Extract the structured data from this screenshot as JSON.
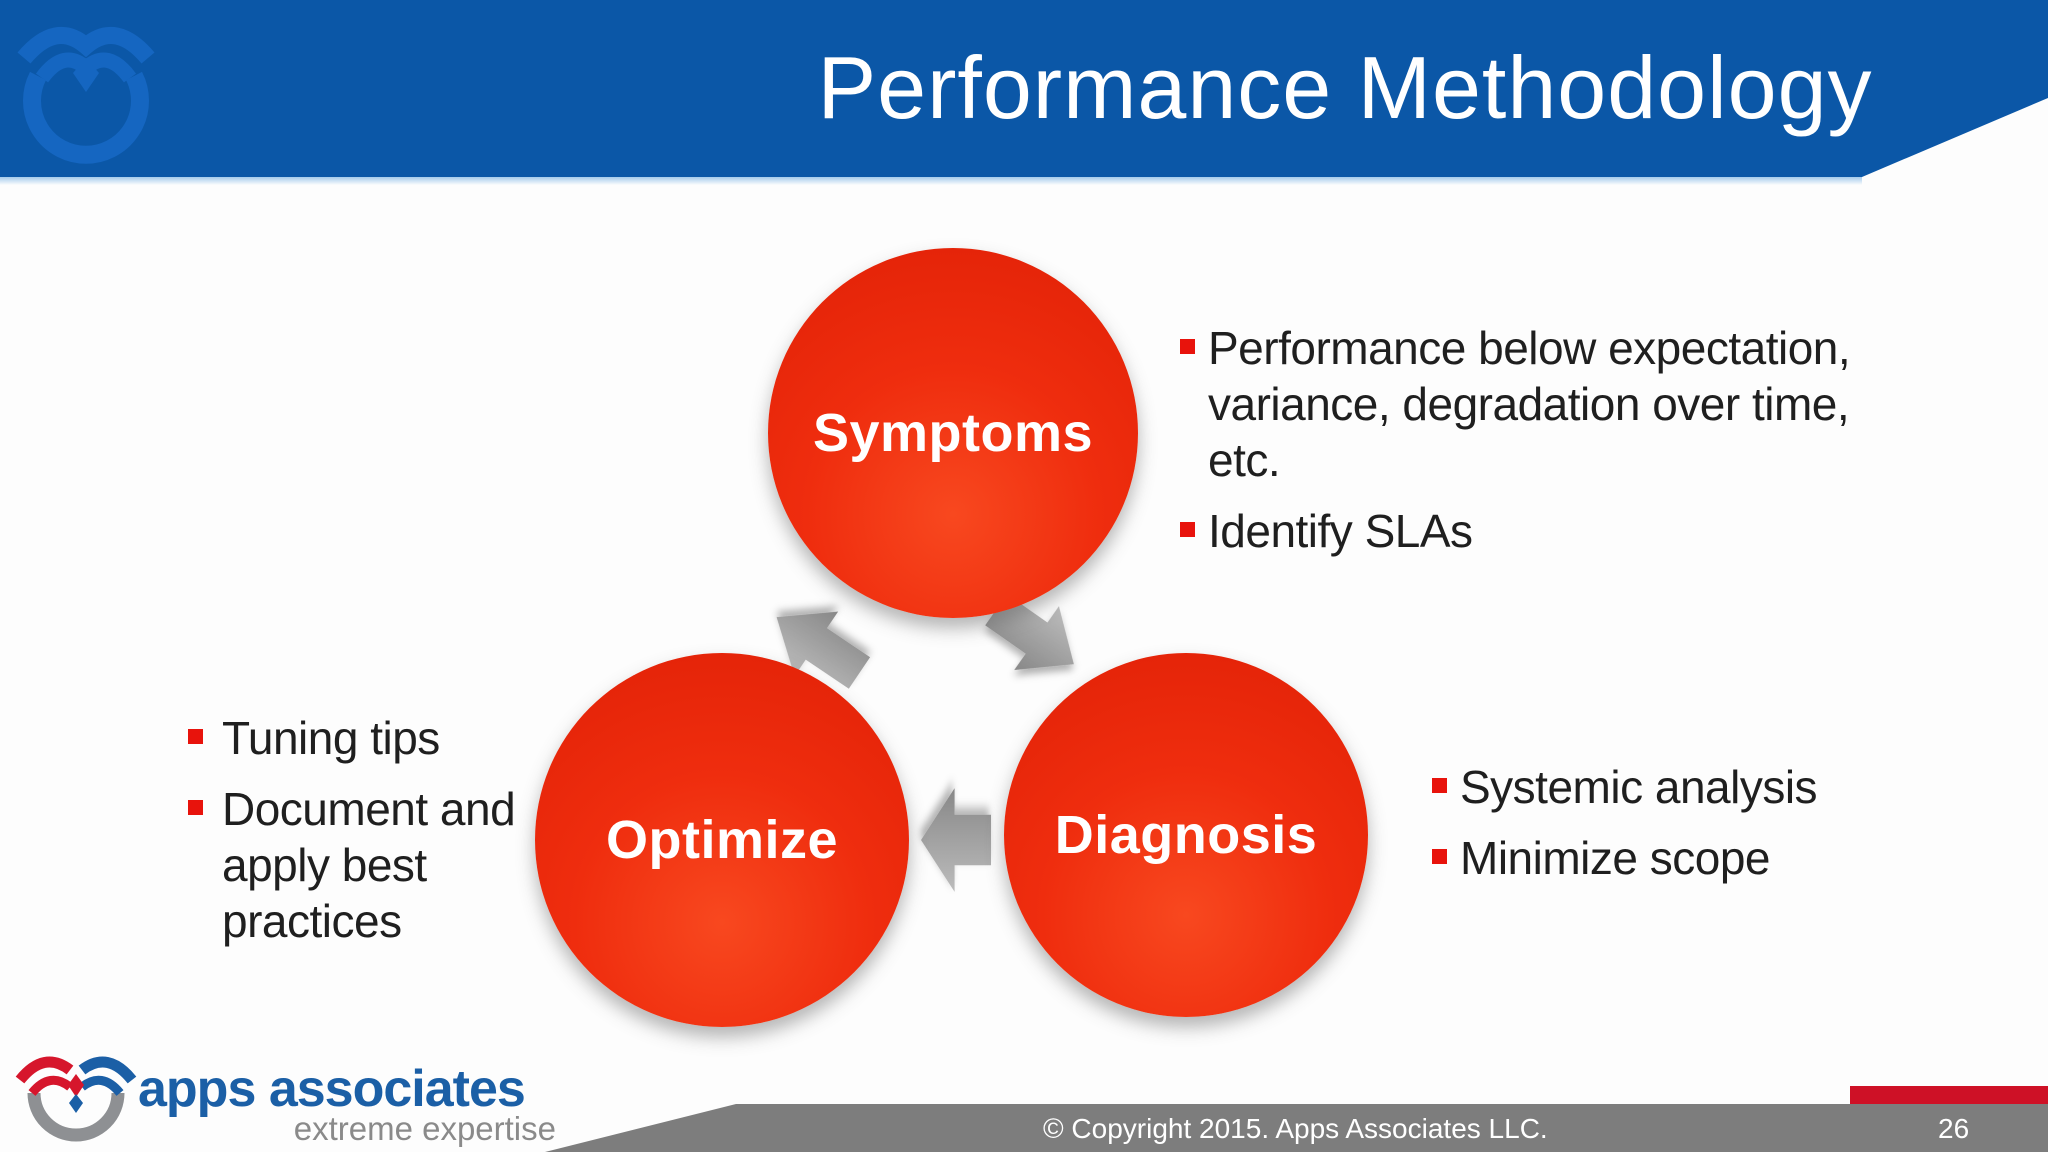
{
  "header": {
    "title": "Performance Methodology"
  },
  "cycle": {
    "type": "cycle-diagram",
    "direction": "clockwise",
    "nodes": [
      {
        "label": "Symptoms",
        "bullets": [
          "Performance below expectation, variance, degradation over time, etc.",
          "Identify SLAs"
        ]
      },
      {
        "label": "Diagnosis",
        "bullets": [
          "Systemic analysis",
          "Minimize scope"
        ]
      },
      {
        "label": "Optimize",
        "bullets": [
          "Tuning tips",
          "Document and apply best practices"
        ]
      }
    ]
  },
  "footer": {
    "copyright": "© Copyright 2015. Apps Associates LLC.",
    "page_number": "26"
  },
  "brand": {
    "name": "apps associates",
    "tagline": "extreme expertise"
  },
  "icons": {
    "header_logo": "apps-associates-mark",
    "arrows": [
      "arrow-up-left",
      "arrow-down-right",
      "arrow-left"
    ]
  },
  "colors": {
    "header_blue": "#0b57a7",
    "header_logo_blue": "#1566c1",
    "circle_red": "#ef2d0e",
    "bullet_square_red": "#e8130c",
    "body_text": "#1f1f1f",
    "arrow_gray": "#9a9a9a",
    "footer_band_gray": "#7d7d7d",
    "footer_accent_red": "#ce1126",
    "brand_blue": "#1b5fa6",
    "brand_gray": "#8a8a8a"
  }
}
